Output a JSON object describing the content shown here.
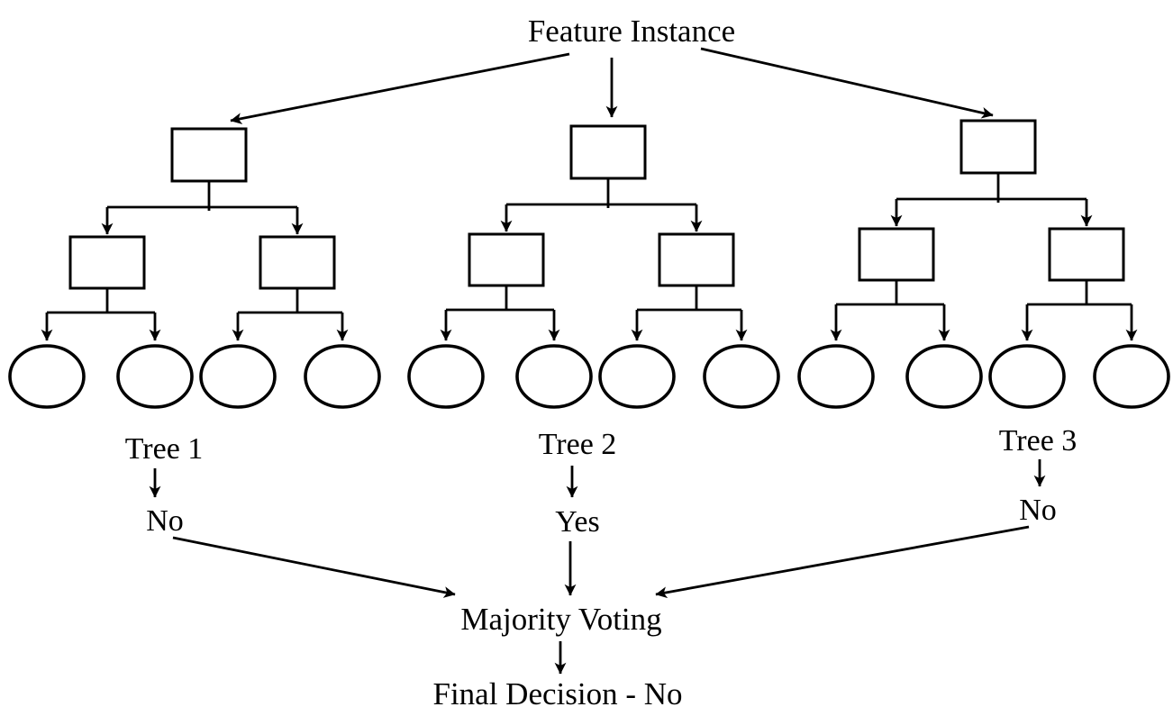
{
  "title": "Feature Instance",
  "trees": [
    {
      "label": "Tree 1",
      "vote": "No"
    },
    {
      "label": "Tree 2",
      "vote": "Yes"
    },
    {
      "label": "Tree 3",
      "vote": "No"
    }
  ],
  "aggregation": {
    "label": "Majority Voting"
  },
  "final_decision": {
    "label": "Final Decision - No"
  },
  "structure": {
    "internal_node_shape": "rectangle",
    "leaf_node_shape": "ellipse",
    "children_per_internal_node": 2,
    "leaves_per_tree": 4
  },
  "colors": {
    "stroke": "#000000",
    "background": "#ffffff"
  }
}
